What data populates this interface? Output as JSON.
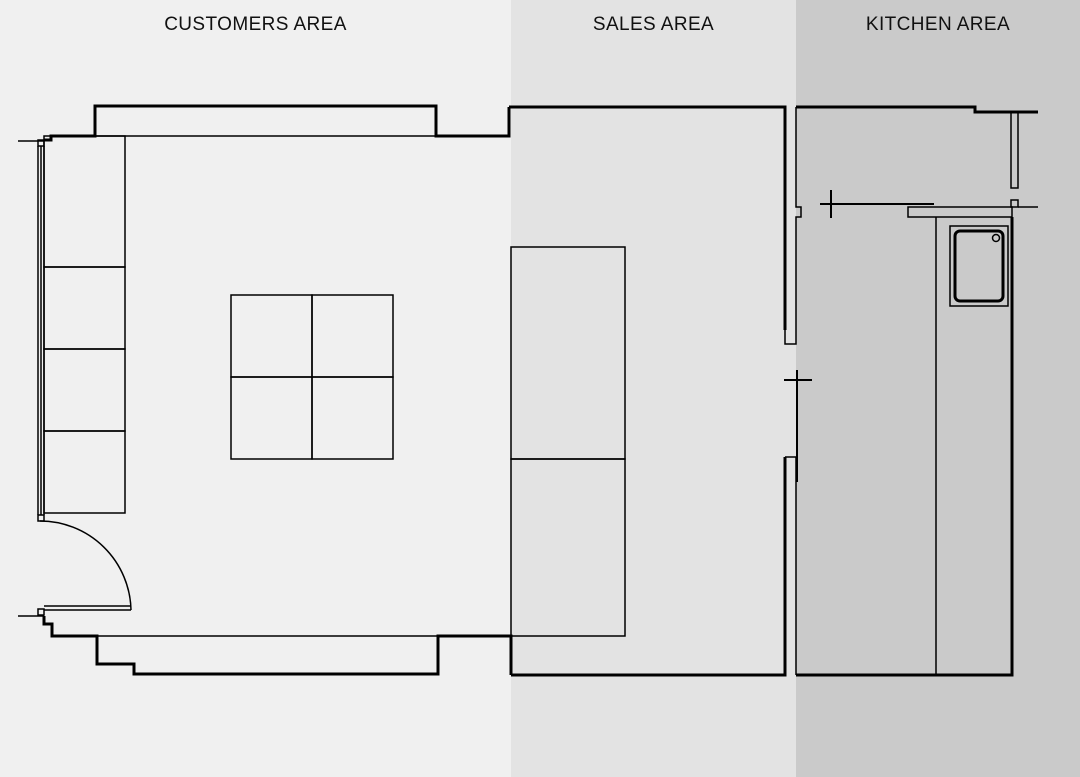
{
  "zones": {
    "customers": {
      "label": "CUSTOMERS AREA",
      "color": "#f0f0f0"
    },
    "sales": {
      "label": "SALES AREA",
      "color": "#e3e3e3"
    },
    "kitchen": {
      "label": "KITCHEN AREA",
      "color": "#cacaca"
    }
  },
  "line_color": "#000000"
}
